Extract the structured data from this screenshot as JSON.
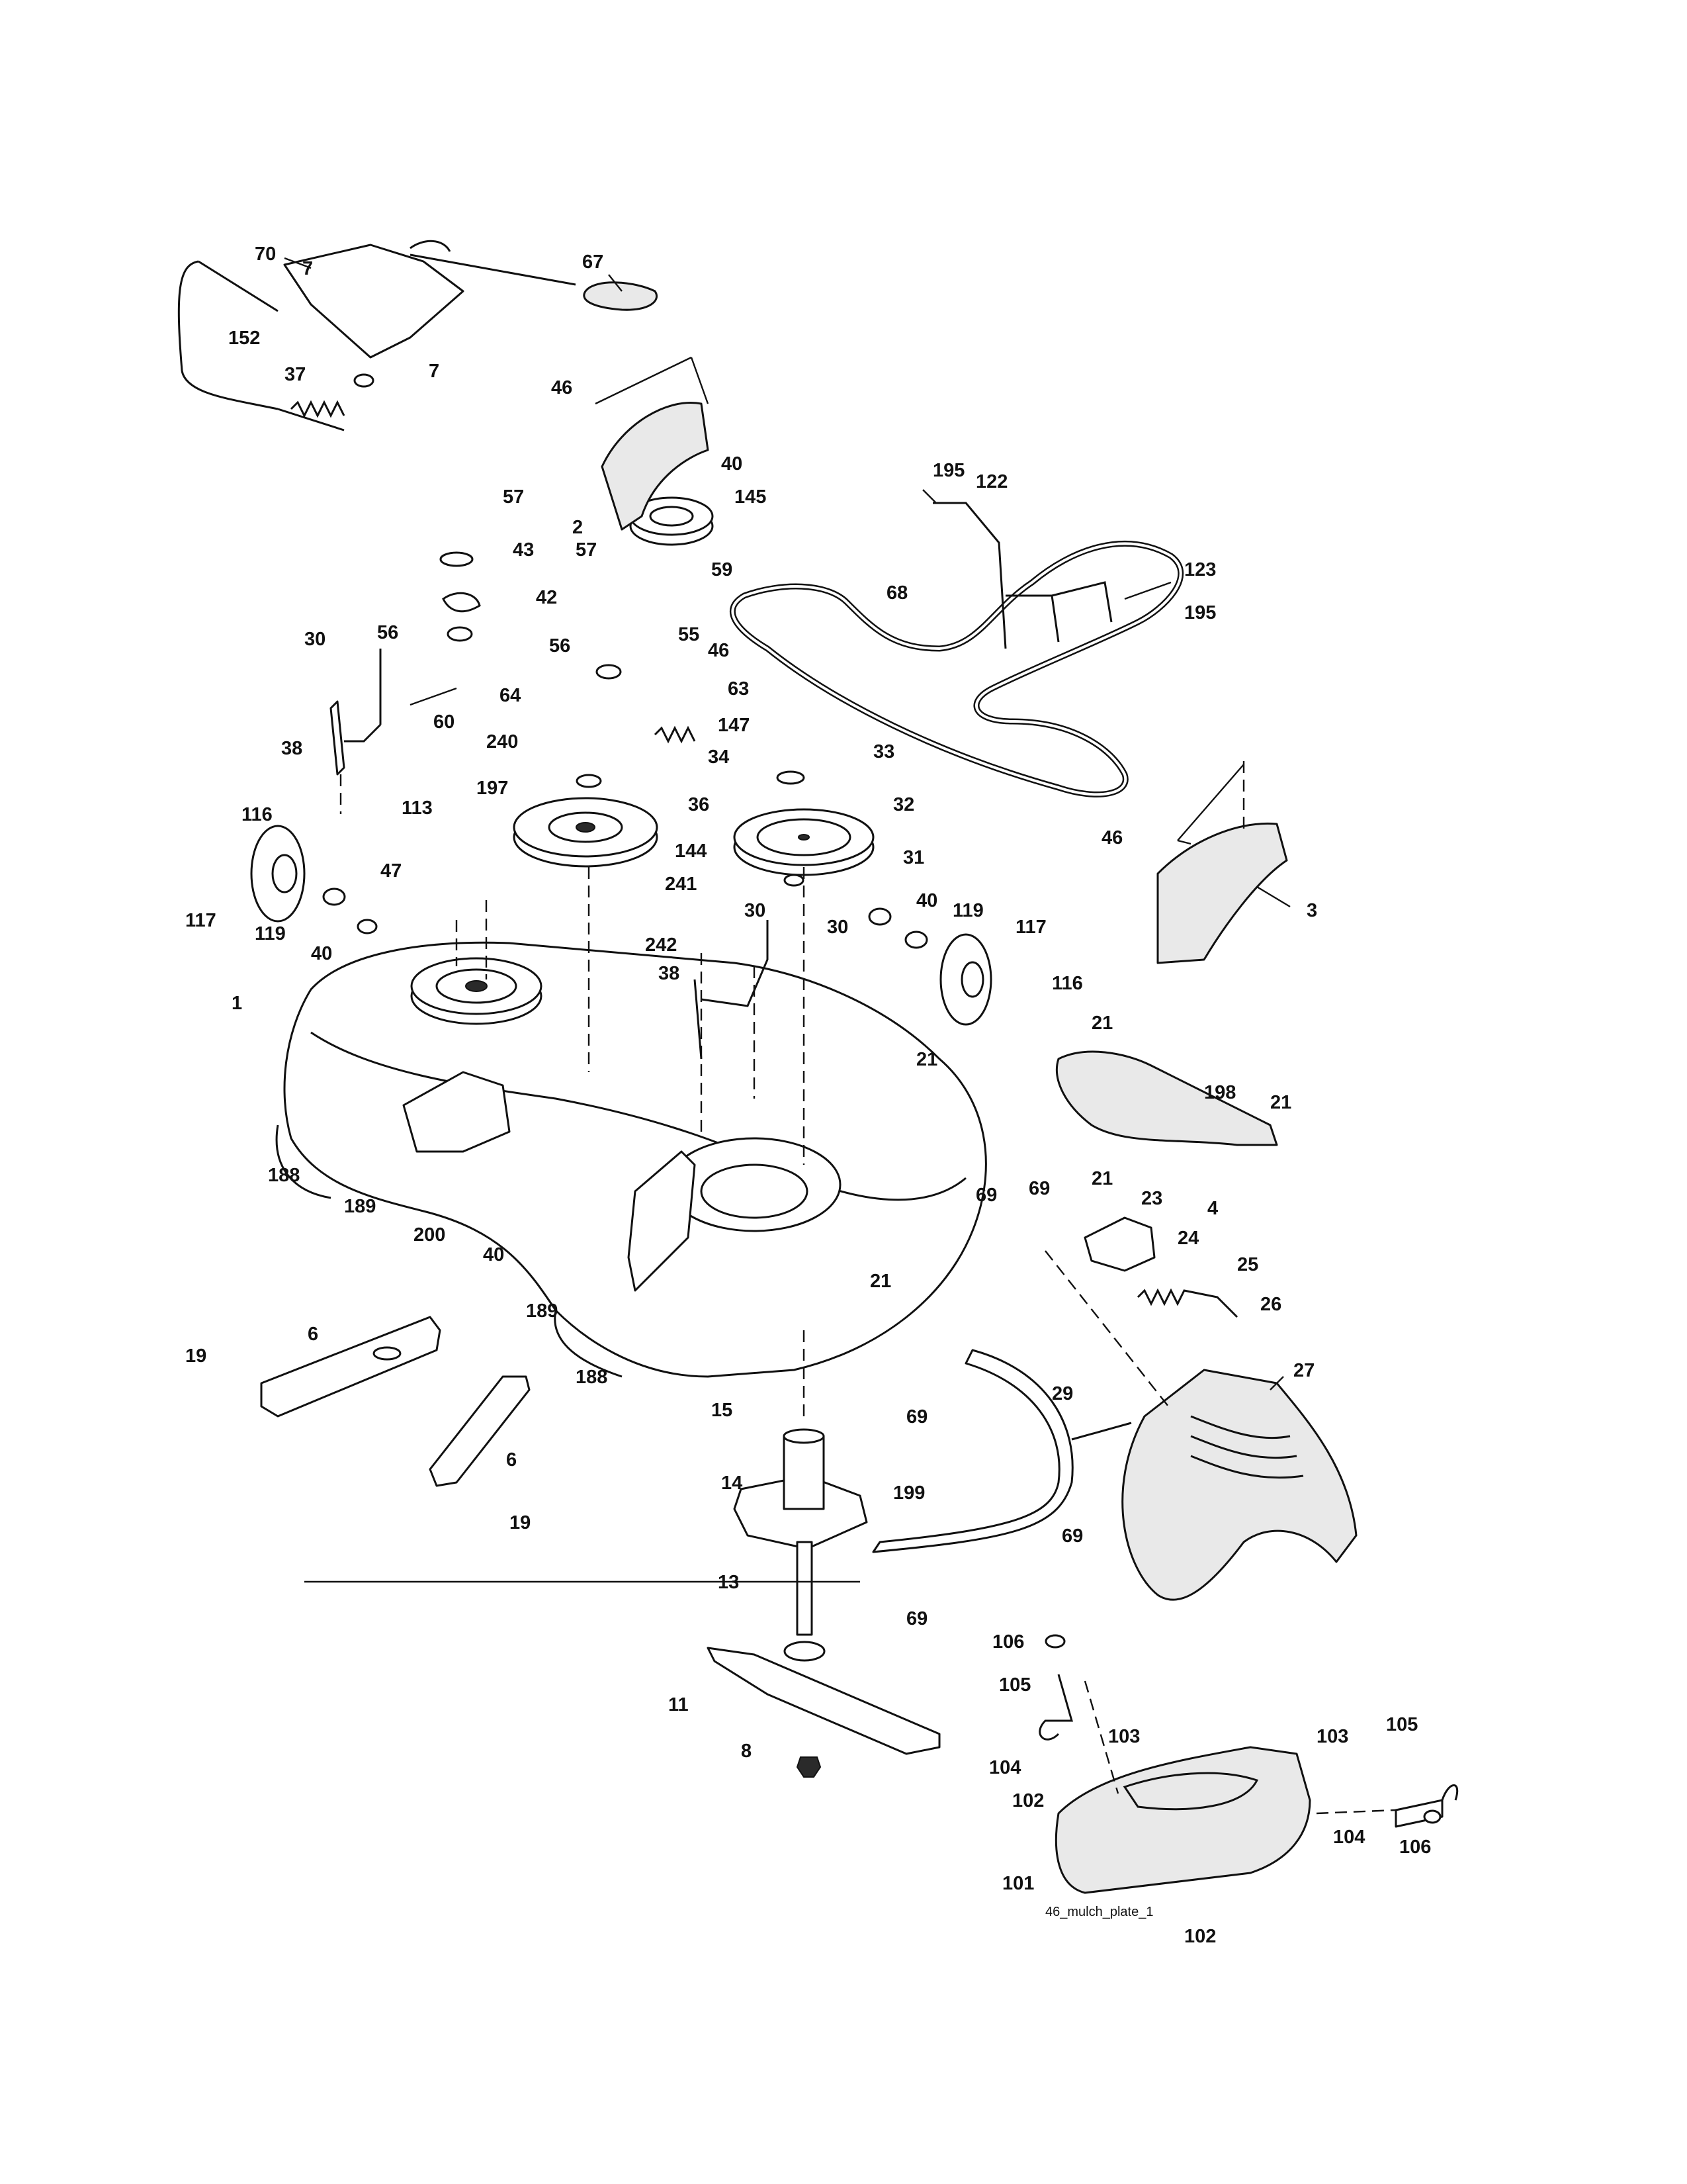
{
  "diagram": {
    "caption": "46_mulch_plate_1",
    "callouts": [
      {
        "id": "c70",
        "text": "70"
      },
      {
        "id": "c67",
        "text": "67"
      },
      {
        "id": "c7a",
        "text": "7"
      },
      {
        "id": "c7b",
        "text": "7"
      },
      {
        "id": "c152",
        "text": "152"
      },
      {
        "id": "c37",
        "text": "37"
      },
      {
        "id": "c46a",
        "text": "46"
      },
      {
        "id": "c40a",
        "text": "40"
      },
      {
        "id": "c145",
        "text": "145"
      },
      {
        "id": "c2",
        "text": "2"
      },
      {
        "id": "c195a",
        "text": "195"
      },
      {
        "id": "c122",
        "text": "122"
      },
      {
        "id": "c57a",
        "text": "57"
      },
      {
        "id": "c43",
        "text": "43"
      },
      {
        "id": "c42",
        "text": "42"
      },
      {
        "id": "c57b",
        "text": "57"
      },
      {
        "id": "c59",
        "text": "59"
      },
      {
        "id": "c68",
        "text": "68"
      },
      {
        "id": "c123",
        "text": "123"
      },
      {
        "id": "c195b",
        "text": "195"
      },
      {
        "id": "c30a",
        "text": "30"
      },
      {
        "id": "c56a",
        "text": "56"
      },
      {
        "id": "c55",
        "text": "55"
      },
      {
        "id": "c56b",
        "text": "56"
      },
      {
        "id": "c46b",
        "text": "46"
      },
      {
        "id": "c64",
        "text": "64"
      },
      {
        "id": "c63",
        "text": "63"
      },
      {
        "id": "c60",
        "text": "60"
      },
      {
        "id": "c240",
        "text": "240"
      },
      {
        "id": "c147",
        "text": "147"
      },
      {
        "id": "c38a",
        "text": "38"
      },
      {
        "id": "c34",
        "text": "34"
      },
      {
        "id": "c197",
        "text": "197"
      },
      {
        "id": "c33",
        "text": "33"
      },
      {
        "id": "c116a",
        "text": "116"
      },
      {
        "id": "c36",
        "text": "36"
      },
      {
        "id": "c32",
        "text": "32"
      },
      {
        "id": "c46c",
        "text": "46"
      },
      {
        "id": "c113",
        "text": "113"
      },
      {
        "id": "c144",
        "text": "144"
      },
      {
        "id": "c31",
        "text": "31"
      },
      {
        "id": "c47",
        "text": "47"
      },
      {
        "id": "c241",
        "text": "241"
      },
      {
        "id": "c30b",
        "text": "30"
      },
      {
        "id": "c40b",
        "text": "40"
      },
      {
        "id": "c119a",
        "text": "119"
      },
      {
        "id": "c3",
        "text": "3"
      },
      {
        "id": "c117a",
        "text": "117"
      },
      {
        "id": "c119b",
        "text": "119"
      },
      {
        "id": "c30c",
        "text": "30"
      },
      {
        "id": "c117b",
        "text": "117"
      },
      {
        "id": "c40c",
        "text": "40"
      },
      {
        "id": "c242",
        "text": "242"
      },
      {
        "id": "c38b",
        "text": "38"
      },
      {
        "id": "c116b",
        "text": "116"
      },
      {
        "id": "c1",
        "text": "1"
      },
      {
        "id": "c21a",
        "text": "21"
      },
      {
        "id": "c21b",
        "text": "21"
      },
      {
        "id": "c198",
        "text": "198"
      },
      {
        "id": "c21c",
        "text": "21"
      },
      {
        "id": "c188a",
        "text": "188"
      },
      {
        "id": "c69a",
        "text": "69"
      },
      {
        "id": "c4",
        "text": "4"
      },
      {
        "id": "c189a",
        "text": "189"
      },
      {
        "id": "c21d",
        "text": "21"
      },
      {
        "id": "c23",
        "text": "23"
      },
      {
        "id": "c200",
        "text": "200"
      },
      {
        "id": "c69b",
        "text": "69"
      },
      {
        "id": "c40d",
        "text": "40"
      },
      {
        "id": "c24",
        "text": "24"
      },
      {
        "id": "c25",
        "text": "25"
      },
      {
        "id": "c21e",
        "text": "21"
      },
      {
        "id": "c189b",
        "text": "189"
      },
      {
        "id": "c26",
        "text": "26"
      },
      {
        "id": "c6a",
        "text": "6"
      },
      {
        "id": "c19a",
        "text": "19"
      },
      {
        "id": "c188b",
        "text": "188"
      },
      {
        "id": "c27",
        "text": "27"
      },
      {
        "id": "c29",
        "text": "29"
      },
      {
        "id": "c15",
        "text": "15"
      },
      {
        "id": "c69c",
        "text": "69"
      },
      {
        "id": "c6b",
        "text": "6"
      },
      {
        "id": "c14",
        "text": "14"
      },
      {
        "id": "c199",
        "text": "199"
      },
      {
        "id": "c19b",
        "text": "19"
      },
      {
        "id": "c69d",
        "text": "69"
      },
      {
        "id": "c13",
        "text": "13"
      },
      {
        "id": "c69e",
        "text": "69"
      },
      {
        "id": "c106a",
        "text": "106"
      },
      {
        "id": "c105a",
        "text": "105"
      },
      {
        "id": "c11",
        "text": "11"
      },
      {
        "id": "c103a",
        "text": "103"
      },
      {
        "id": "c103b",
        "text": "103"
      },
      {
        "id": "c105b",
        "text": "105"
      },
      {
        "id": "c104a",
        "text": "104"
      },
      {
        "id": "c8",
        "text": "8"
      },
      {
        "id": "c102a",
        "text": "102"
      },
      {
        "id": "c104b",
        "text": "104"
      },
      {
        "id": "c106b",
        "text": "106"
      },
      {
        "id": "c101",
        "text": "101"
      },
      {
        "id": "c102b",
        "text": "102"
      }
    ]
  }
}
